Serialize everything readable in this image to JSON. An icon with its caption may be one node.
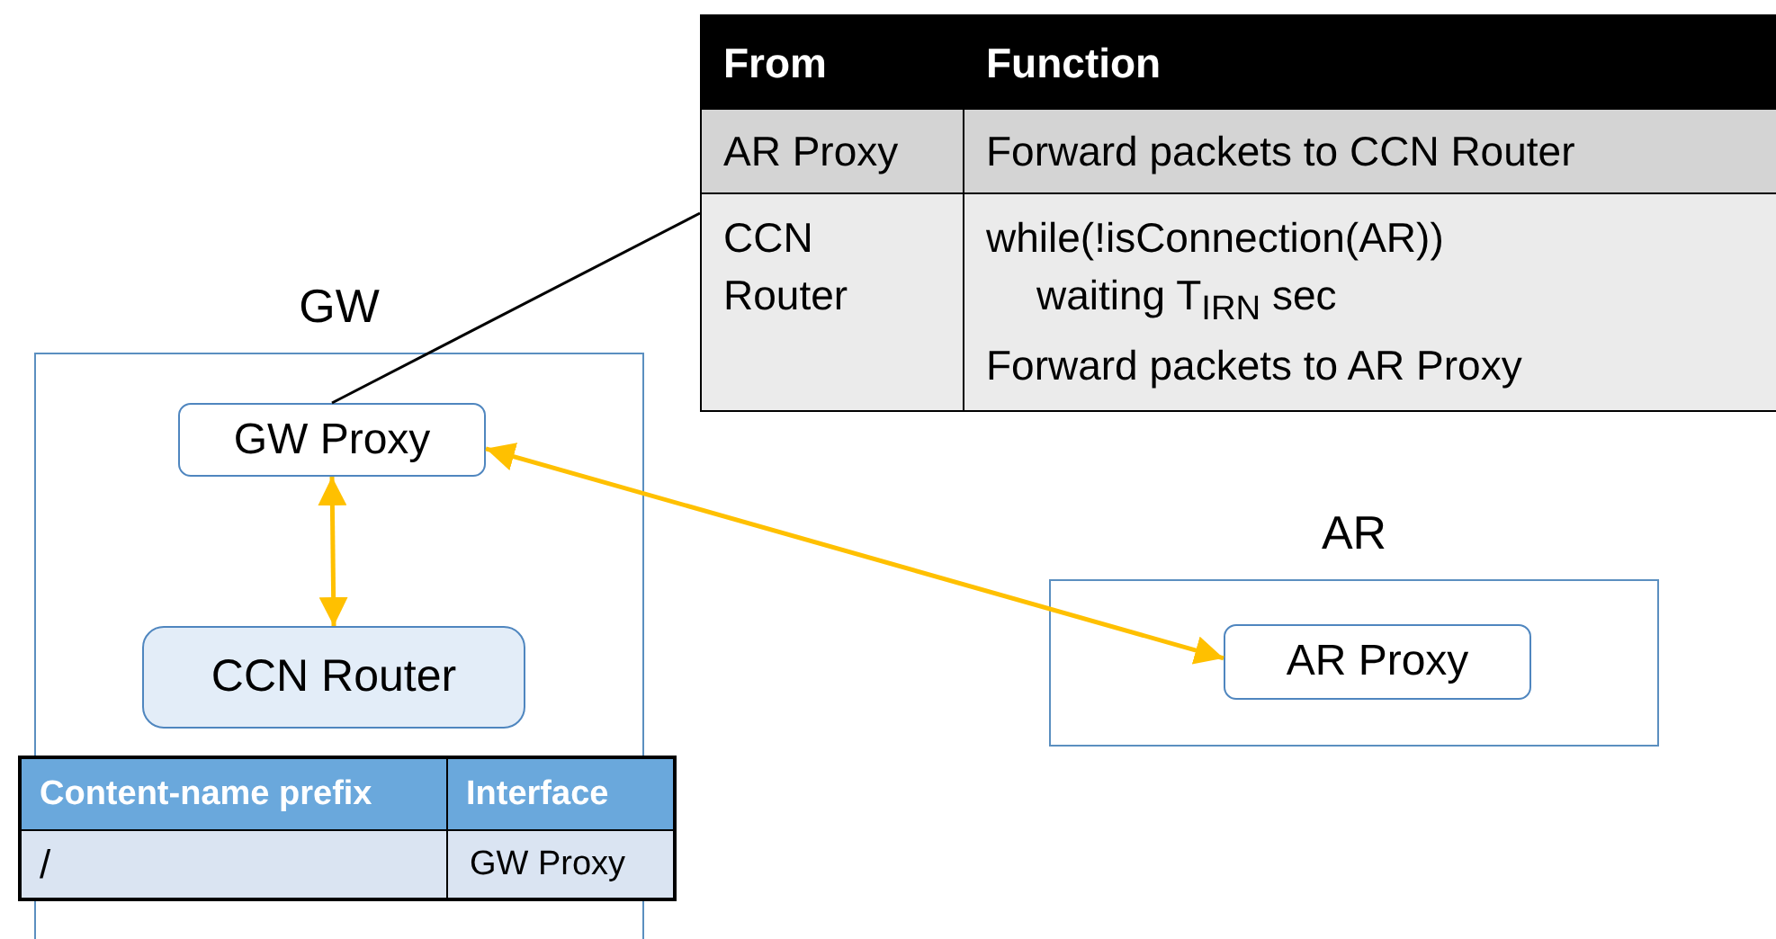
{
  "diagram": {
    "nodes": [
      {
        "text": [
          "GW"
        ]
      },
      {
        "text": [
          "GW Proxy"
        ],
        "in": 0
      },
      {
        "text": [
          "CCN Router"
        ],
        "in": 0
      },
      {
        "text": [
          "AR"
        ]
      },
      {
        "text": [
          "AR Proxy"
        ],
        "in": 3
      },
      {
        "text": [
          "From",
          "Function",
          "AR Proxy",
          "Forward packets to CCN Router",
          "CCN Router",
          "while(!isConnection(AR))",
          "waiting T$_{IRN}$ sec",
          "Forward packets to AR Proxy"
        ]
      }
    ],
    "edges": [
      {
        "from": 1,
        "to": 2,
        "arrow": "both"
      },
      {
        "from": 1,
        "to": 4,
        "arrow": "both"
      },
      {
        "from": 1,
        "to": 5,
        "arrow": "none",
        "color": "#000000"
      }
    ],
    "labels": [
      "Content-name prefix",
      "Interface",
      "/",
      "GW Proxy"
    ]
  }
}
